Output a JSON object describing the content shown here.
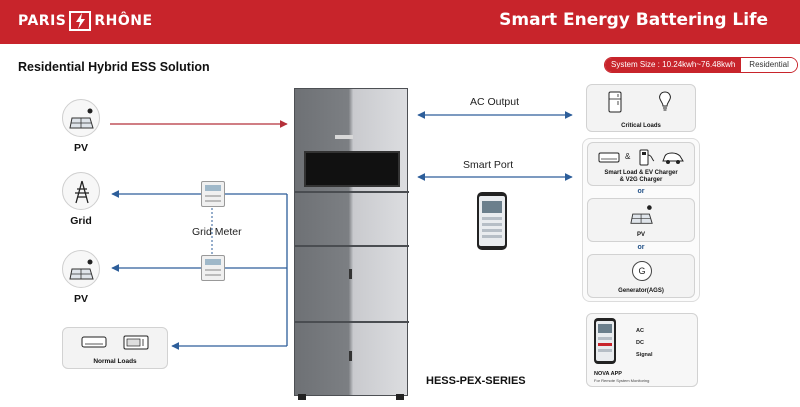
{
  "header": {
    "brand_left": "PARIS",
    "brand_right": "RHÔNE",
    "title": "Smart Energy Battering Life",
    "bg_color": "#c8242b"
  },
  "subtitle": "Residential Hybrid ESS Solution",
  "tags": {
    "system_size": "System Size : 10.24kwh~76.48kwh",
    "residential": "Residential"
  },
  "left_nodes": {
    "pv_top": "PV",
    "grid": "Grid",
    "pv_bottom": "PV",
    "normal_loads": "Normal Loads"
  },
  "grid_meter_label": "Grid Meter",
  "battery_label": "HESS-PEX-SERIES",
  "connections": {
    "ac_output": "AC Output",
    "smart_port": "Smart Port"
  },
  "right_panel": {
    "critical_loads": "Critical Loads",
    "smart_load_line1": "Smart Load & EV Charger",
    "smart_load_line2": "& V2G Charger",
    "or_1": "or",
    "pv": "PV",
    "or_2": "or",
    "generator": "Generator(AGS)",
    "amp_symbol": "&",
    "generator_glyph": "G"
  },
  "app_box": {
    "legend_ac": "AC",
    "legend_dc": "DC",
    "legend_signal": "Signal",
    "app_title": "NOVA APP",
    "app_subtitle": "For Remote System Monitoring"
  },
  "colors": {
    "ac_line": "#2d5e9a",
    "dc_line": "#b5303a",
    "signal_line": "#555555",
    "accent": "#c8242b"
  }
}
